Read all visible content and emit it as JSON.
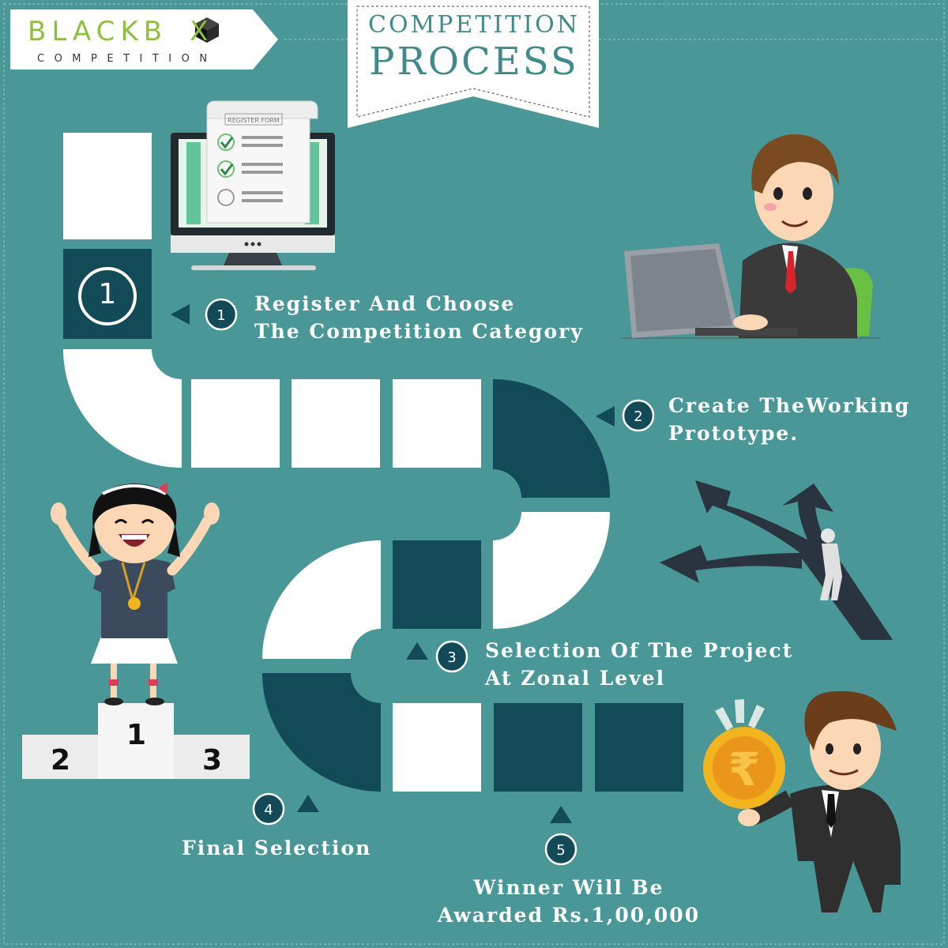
{
  "brand": {
    "name_part1": "BLACKB",
    "name_part2": "X",
    "subtitle": "COMPETITION"
  },
  "title": {
    "line1": "COMPETITION",
    "line2": "PROCESS"
  },
  "register_form_label": "REGISTER FORM",
  "tile_number": "1",
  "steps": [
    {
      "number": "1",
      "line1": "Register And Choose",
      "line2": "The Competition Category"
    },
    {
      "number": "2",
      "line1": "Create TheWorking",
      "line2": "Prototype."
    },
    {
      "number": "3",
      "line1": "Selection Of The Project",
      "line2": "At Zonal Level"
    },
    {
      "number": "4",
      "line1": "Final Selection"
    },
    {
      "number": "5",
      "line1": "Winner Will Be",
      "line2": "Awarded Rs.1,00,000"
    }
  ],
  "podium": {
    "first": "1",
    "second": "2",
    "third": "3"
  },
  "currency_symbol": "₹",
  "colors": {
    "background": "#4a9797",
    "path_dark": "#124a57",
    "path_light": "#ffffff",
    "accent_green": "#8fbf3f"
  }
}
